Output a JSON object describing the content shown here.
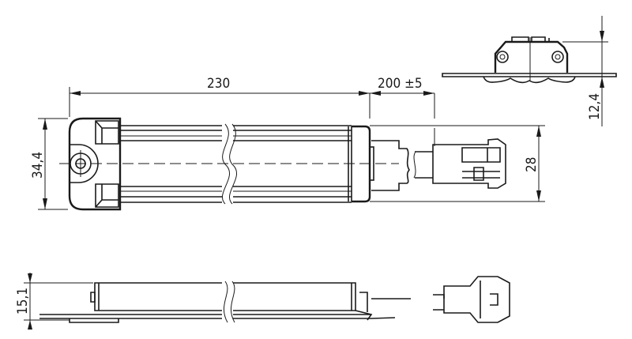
{
  "dimensions": {
    "length": "230",
    "cable_length": "200 ±5",
    "cap_width": "34,4",
    "body_width": "28",
    "end_height": "12,4",
    "side_height": "15,1"
  }
}
